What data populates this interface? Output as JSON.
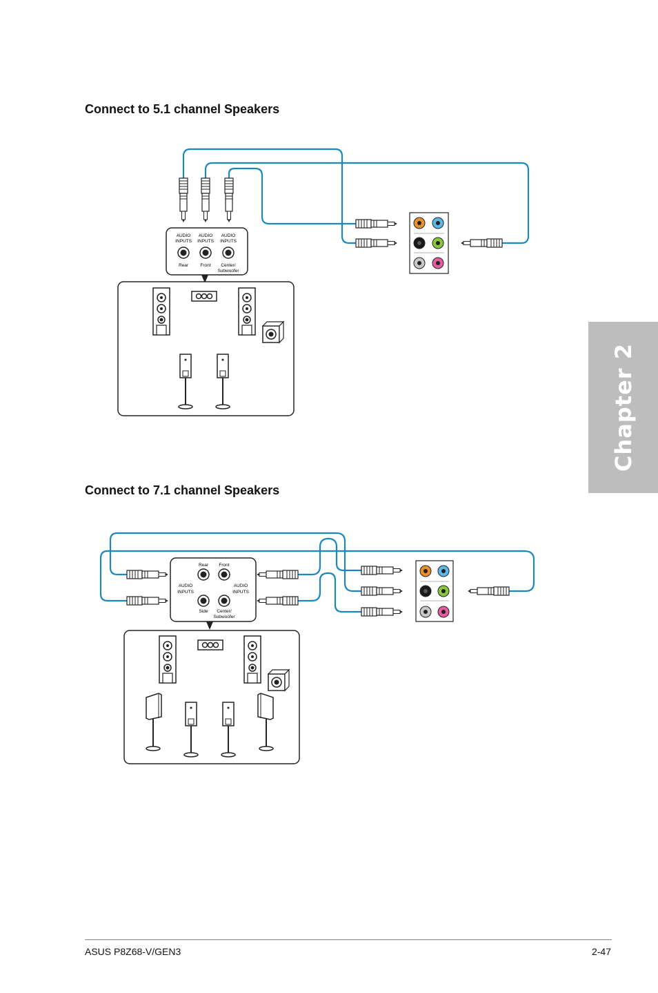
{
  "sections": [
    {
      "title": "Connect to 5.1 channel Speakers",
      "receiver": {
        "jacks": [
          {
            "top": "AUDIO",
            "bottom": "INPUTS",
            "label": "Rear"
          },
          {
            "top": "AUDIO",
            "bottom": "INPUTS",
            "label": "Front"
          },
          {
            "top": "AUDIO",
            "bottom": "INPUTS",
            "label": "Center/",
            "label2": "Subwoofer"
          }
        ]
      }
    },
    {
      "title": "Connect to 7.1 channel Speakers",
      "receiver": {
        "top_labels": [
          "Rear",
          "Front"
        ],
        "bottom_labels": [
          "Side",
          "Center/"
        ],
        "bottom_label2": "Subwoofer",
        "audio_top": "AUDIO",
        "audio_bottom": "INPUTS"
      }
    }
  ],
  "jack_colors": {
    "orange": "#e8912b",
    "blue": "#5bb8e8",
    "black": "#1a1a1a",
    "green": "#8cc63f",
    "gray": "#c8c8c8",
    "pink": "#e25d9f",
    "cable": "#1a86c0"
  },
  "chapter_tab": "Chapter 2",
  "footer": {
    "product": "ASUS P8Z68-V/GEN3",
    "page": "2-47"
  }
}
